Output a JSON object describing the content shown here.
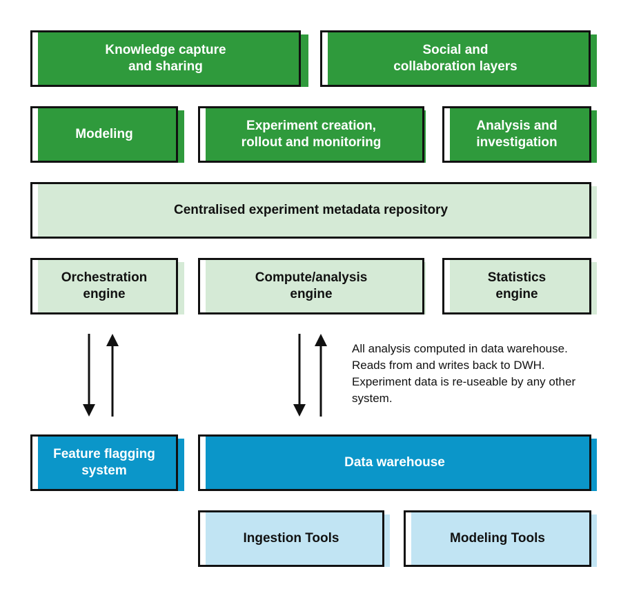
{
  "boxes": {
    "knowledge_capture": "Knowledge capture\nand sharing",
    "social_collab": "Social and\ncollaboration layers",
    "modeling": "Modeling",
    "experiment_creation": "Experiment creation,\nrollout and monitoring",
    "analysis_investigation": "Analysis and\ninvestigation",
    "metadata_repo": "Centralised experiment metadata repository",
    "orchestration_engine": "Orchestration\nengine",
    "compute_engine": "Compute/analysis\nengine",
    "statistics_engine": "Statistics\nengine",
    "feature_flagging": "Feature flagging\nsystem",
    "data_warehouse": "Data warehouse",
    "ingestion_tools": "Ingestion Tools",
    "modeling_tools": "Modeling Tools"
  },
  "note": "All analysis computed in data warehouse. Reads from and writes back to DWH. Experiment data is re-useable by any other system.",
  "colors": {
    "dark_green": "#2f9a3c",
    "pale_green": "#d5ead6",
    "blue": "#0b96c9",
    "light_blue": "#c1e4f3",
    "border": "#111111"
  }
}
